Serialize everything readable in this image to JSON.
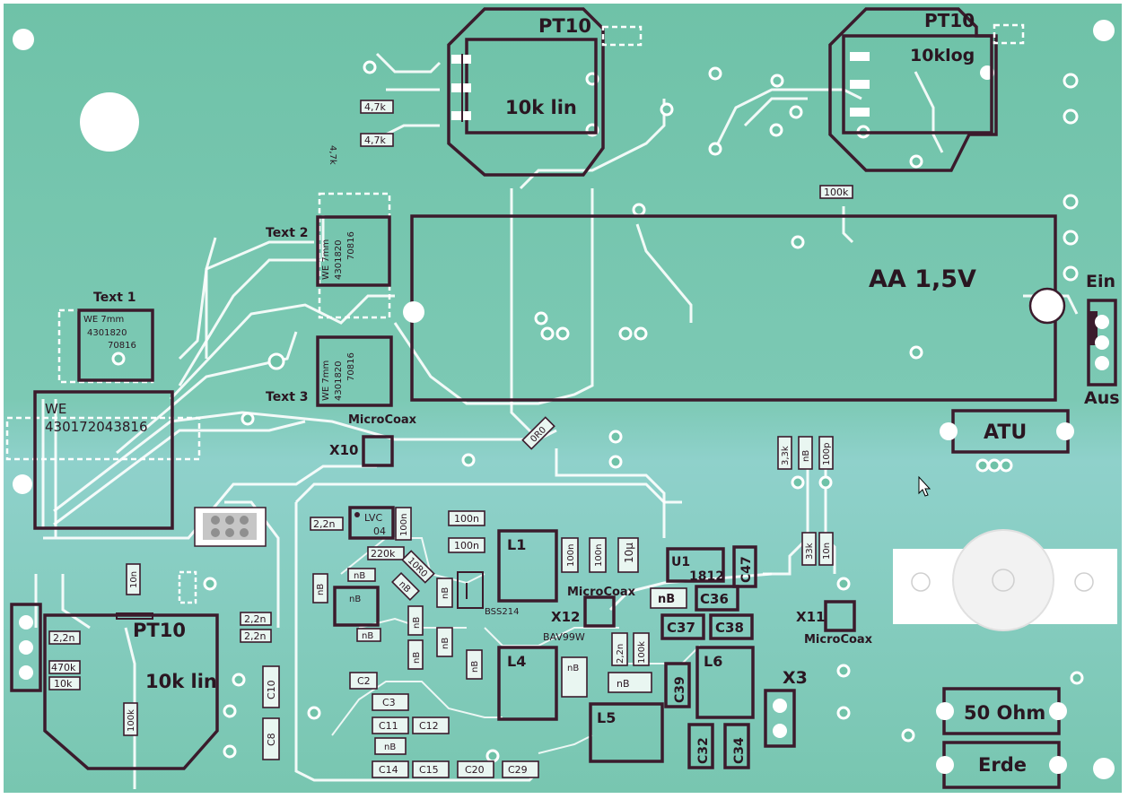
{
  "board": {
    "colors": {
      "copper": "#6fc2a8",
      "copper_light": "#8fd1cb",
      "silkscreen": "#3b1b2c",
      "trace": "#ffffff"
    }
  },
  "labels": {
    "pot_top_center": "PT10",
    "pot_top_center_value": "10k  lin",
    "pot_top_right": "PT10",
    "pot_top_right_value": "10klog",
    "pot_bottom_left": "PT10",
    "pot_bottom_left_value": "10k lin",
    "battery": "AA 1,5V",
    "switch_on": "Ein",
    "switch_off": "Aus",
    "atu": "ATU",
    "ohm50": "50 Ohm",
    "ground": "Erde",
    "text1": "Text 1",
    "text2": "Text 2",
    "text3": "Text 3",
    "we_big_1": "WE",
    "we_big_2": "430172043816",
    "we_small_a1": "WE     7mm",
    "we_small_a2": "4301820",
    "we_small_a3": "70816",
    "we_rot_1": "WE    7mm",
    "we_rot_2": "4301820",
    "we_rot_3": "70816",
    "microcoax": "MicroCoax",
    "x10": "X10",
    "x11": "X11",
    "x12": "X12",
    "x3": "X3",
    "u1": "U1",
    "u1_pkg": "1812",
    "l1": "L1",
    "l4": "L4",
    "l5": "L5",
    "l6": "L6",
    "bss214": "BSS214",
    "bav99w": "BAV99W",
    "lvc": "LVC",
    "lvc_04": "04",
    "c47": "C47",
    "c36": "C36",
    "c37": "C37",
    "c38": "C38",
    "c39": "C39",
    "c32": "C32",
    "c34": "C34",
    "c2": "C2",
    "c3": "C3",
    "c11": "C11",
    "c12": "C12",
    "c14": "C14",
    "c15": "C15",
    "c20": "C20",
    "c29": "C29",
    "c10": "C10",
    "c8": "C8"
  },
  "values": {
    "r4k7": "4,7k",
    "r4k7_rot": "4,7k",
    "r100k": "100k",
    "r3k3": "3,3k",
    "nb": "nB",
    "c100p": "100p",
    "r33k": "33k",
    "c10n": "10n",
    "r2k2": "2,2n",
    "c100n": "100n",
    "r220k": "220k",
    "r10r0": "10R0",
    "r0r0": "0R0",
    "c10u": "10µ",
    "r2k2b": "2,2n",
    "r470k": "470k",
    "r10k": "10k",
    "c10n_b": "10n",
    "r100k_b": "100k",
    "c2_2n": "2,2n"
  }
}
